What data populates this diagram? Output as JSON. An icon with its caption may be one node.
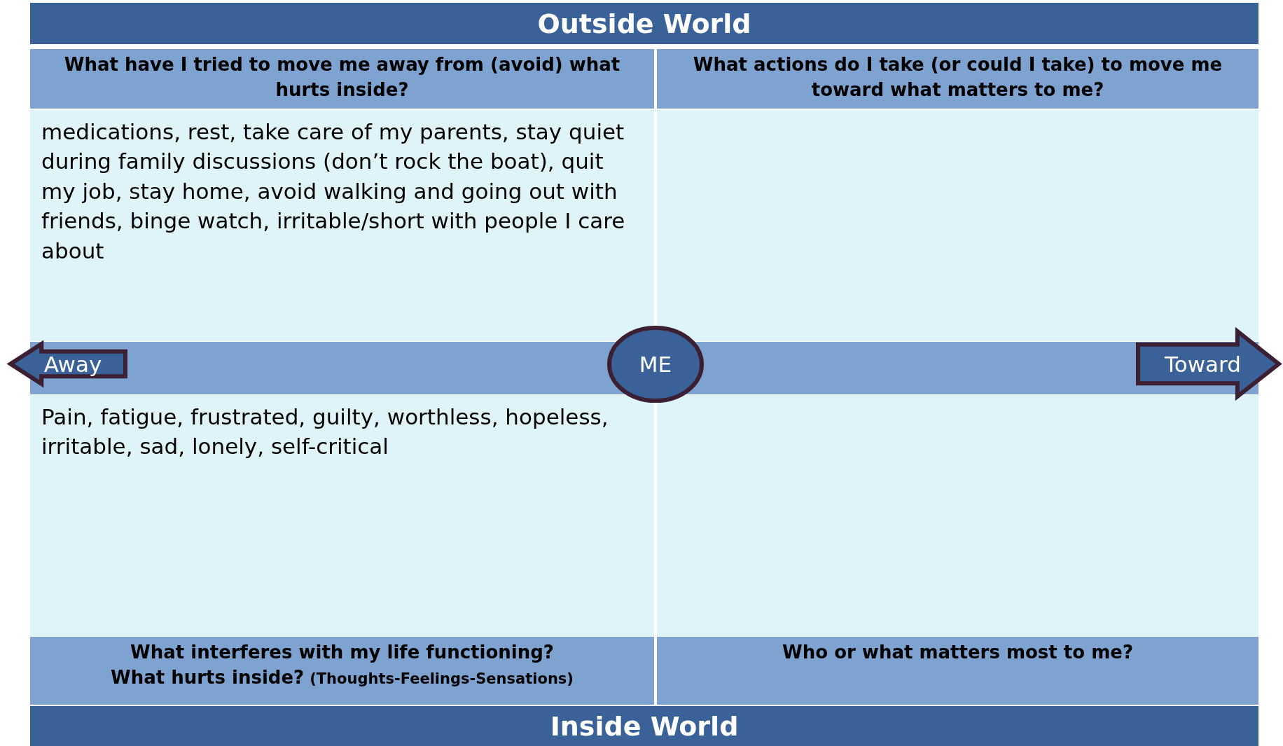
{
  "diagram": {
    "nodes": [
      {
        "text": [
          "Outside World"
        ]
      },
      {
        "text": [
          "What have I tried to  move me away from (avoid) what hurts inside?"
        ]
      },
      {
        "text": [
          "What actions do I take (or could I take) to move me toward what matters to me?"
        ]
      },
      {
        "text": [
          "medications, rest, take care of my parents, stay quiet during family discussions (don’t rock the boat), quit my job, stay home, avoid walking and going out with friends, binge watch, irritable/short with people I care about"
        ]
      },
      {
        "text": [],
        "shape": "box"
      },
      {
        "text": [
          "Away"
        ]
      },
      {
        "text": [
          "ME"
        ]
      },
      {
        "text": [
          "Toward"
        ]
      },
      {
        "text": [
          "Pain, fatigue, frustrated, guilty, worthless, hopeless, irritable, sad, lonely, self-critical"
        ]
      },
      {
        "text": [],
        "shape": "box"
      },
      {
        "text": [
          "What interferes with my life functioning?",
          "What hurts inside?",
          "(Thoughts-Feelings-Sensations)"
        ]
      },
      {
        "text": [
          "Who or what matters most to me?"
        ]
      },
      {
        "text": [
          "Inside World"
        ]
      }
    ]
  }
}
